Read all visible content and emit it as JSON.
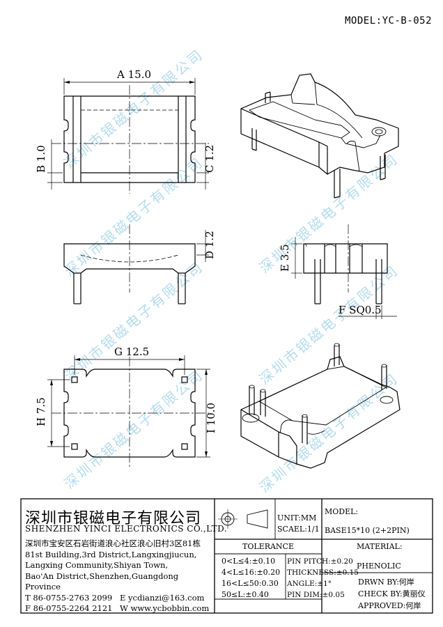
{
  "model_header": "MODEL:YC-B-052",
  "watermark_text": "深圳市银磁电子有限公司",
  "dimensions": {
    "A": "A 15.0",
    "B": "B 1.0",
    "C": "C 1.2",
    "D": "D 1.2",
    "E": "E 3.5",
    "F": "F SQ0.5",
    "G": "G 12.5",
    "H": "H 7.5",
    "I": "I 10.0"
  },
  "title_block": {
    "company_cn": "深圳市银磁电子有限公司",
    "company_en": "SHENZHEN YINCI ELECTRONICS CO.,LTD.",
    "address": [
      "深圳市宝安区石岩街道浪心社区浪心旧村3区81栋",
      "81st Building,3rd District,Langxingjiucun,",
      "Langxing Community,Shiyan Town,",
      "Bao'An District,Shenzhen,Guangdong Province"
    ],
    "tel": "T 86-0755-2763 2099",
    "email": "E ycdianzi@163.com",
    "fax": "F 86-0755-2264 2121",
    "web": "W www.ycbobbin.com",
    "unit": "UNIT:MM",
    "scale": "SCAEL:1/1",
    "model_label": "MODEL:",
    "model_value": "BASE15*10 (2+2PIN)",
    "tolerance_title": "TOLERANCE",
    "tolerances_left": [
      "0<L≤4:±0.10",
      "4<L≤16:±0.20",
      "16<L≤50:0.30",
      "50≤L:±0.40"
    ],
    "tolerances_right": [
      "PIN PITCH:±0.20",
      "THICKNESS:±0.15",
      "ANGLE:±1°",
      "PIN DIM:±0.05"
    ],
    "material_label": "MATERIAL:",
    "material_value": "PHENOLIC",
    "drawn_by": "DRWN BY:何岸",
    "check_by": "CHECK BY:黄丽仪",
    "approved": "APPROVED:何岸"
  }
}
